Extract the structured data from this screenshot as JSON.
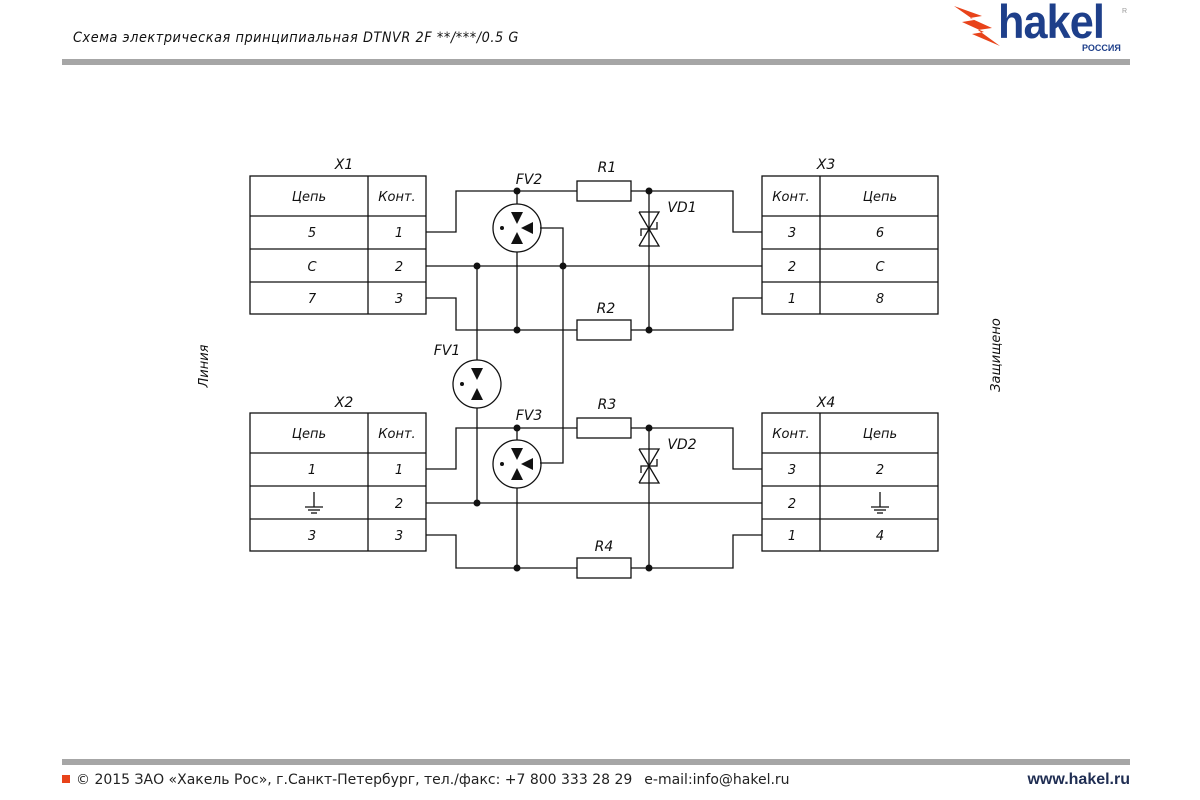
{
  "header": {
    "title": "Схема электрическая принципиальная DTNVR 2F **/***/0.5 G",
    "logo_text": "hakel",
    "logo_subtitle": "РОССИЯ",
    "logo_registered": "R",
    "brand_color": "#1e3f8a",
    "accent_color": "#e8431a"
  },
  "side_labels": {
    "left": "Линия",
    "right": "Защищено"
  },
  "connectors": {
    "X1": {
      "name": "X1",
      "headers": [
        "Цепь",
        "Конт."
      ],
      "rows": [
        [
          "5",
          "1"
        ],
        [
          "С",
          "2"
        ],
        [
          "7",
          "3"
        ]
      ]
    },
    "X2": {
      "name": "X2",
      "headers": [
        "Цепь",
        "Конт."
      ],
      "rows": [
        [
          "1",
          "1"
        ],
        [
          "ground",
          "2"
        ],
        [
          "3",
          "3"
        ]
      ]
    },
    "X3": {
      "name": "X3",
      "headers": [
        "Конт.",
        "Цепь"
      ],
      "rows": [
        [
          "3",
          "6"
        ],
        [
          "2",
          "С"
        ],
        [
          "1",
          "8"
        ]
      ]
    },
    "X4": {
      "name": "X4",
      "headers": [
        "Конт.",
        "Цепь"
      ],
      "rows": [
        [
          "3",
          "2"
        ],
        [
          "2",
          "ground"
        ],
        [
          "1",
          "4"
        ]
      ]
    }
  },
  "components": {
    "FV1": "FV1",
    "FV2": "FV2",
    "FV3": "FV3",
    "R1": "R1",
    "R2": "R2",
    "R3": "R3",
    "R4": "R4",
    "VD1": "VD1",
    "VD2": "VD2"
  },
  "footer": {
    "copyright": "© 2015 ЗАО «Хакель Рос», г.Санкт-Петербург, тел./факс: +7 800 333 28 29",
    "email": "e-mail:info@hakel.ru",
    "website": "www.hakel.ru"
  }
}
